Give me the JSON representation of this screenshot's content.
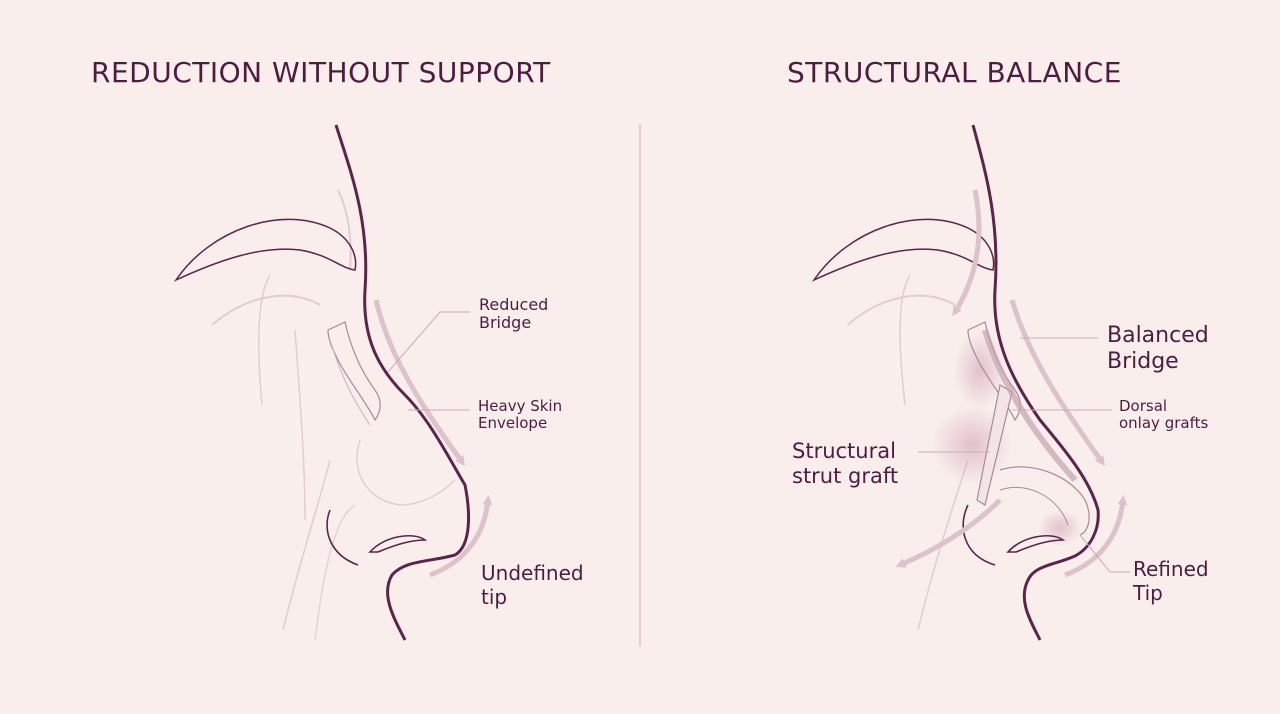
{
  "panels": {
    "left": {
      "title": "REDUCTION WITHOUT SUPPORT",
      "labels": {
        "reduced_bridge": [
          "Reduced",
          "Bridge"
        ],
        "heavy_skin": [
          "Heavy Skin",
          "Envelope"
        ],
        "undefined_tip": [
          "Undefined",
          "tip"
        ]
      }
    },
    "right": {
      "title": "STRUCTURAL BALANCE",
      "labels": {
        "balanced_bridge": [
          "Balanced",
          "Bridge"
        ],
        "dorsal_onlay": [
          "Dorsal",
          "onlay grafts"
        ],
        "strut_graft": [
          "Structural",
          "strut graft"
        ],
        "refined_tip": [
          "Refined",
          "Tip"
        ]
      }
    }
  },
  "colors": {
    "background": "#f9eeec",
    "outline": "#5a2549",
    "faint_line": "#d9c2c8",
    "arrow": "#dcc2ca",
    "highlight": "#cf9bb0"
  }
}
